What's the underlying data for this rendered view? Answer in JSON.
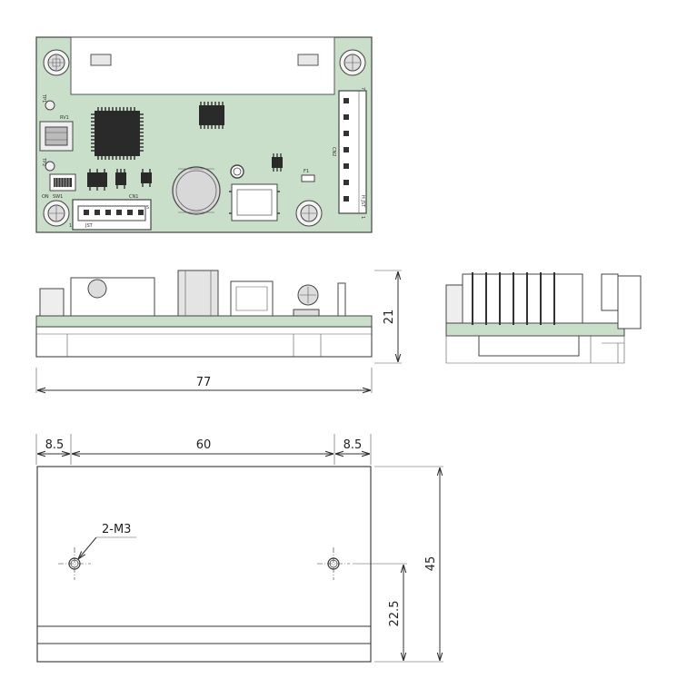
{
  "dimensions": {
    "overall_length": "77",
    "height": "21",
    "left_margin": "8.5",
    "hole_spacing": "60",
    "right_margin": "8.5",
    "overall_width": "45",
    "hole_offset": "22.5",
    "hole_callout": "2-M3"
  },
  "pcb_labels": {
    "rv1": "RV1",
    "sw1": "SW1",
    "on": "ON",
    "cn1": "CN1",
    "cn2": "CN2",
    "f1": "F1",
    "jst_h": "H JST",
    "jst_pin_1": "1",
    "jst_pin_7": "7",
    "cn1_pin_1": "1",
    "cn1_jst": "JST",
    "cn1_pin_5": "5",
    "tp1": "TP1",
    "tp2": "TP2"
  },
  "colors": {
    "pcb": "#c9dfca",
    "chip": "#2a2a2a",
    "line": "#333333",
    "metal": "#d8d8d8"
  }
}
